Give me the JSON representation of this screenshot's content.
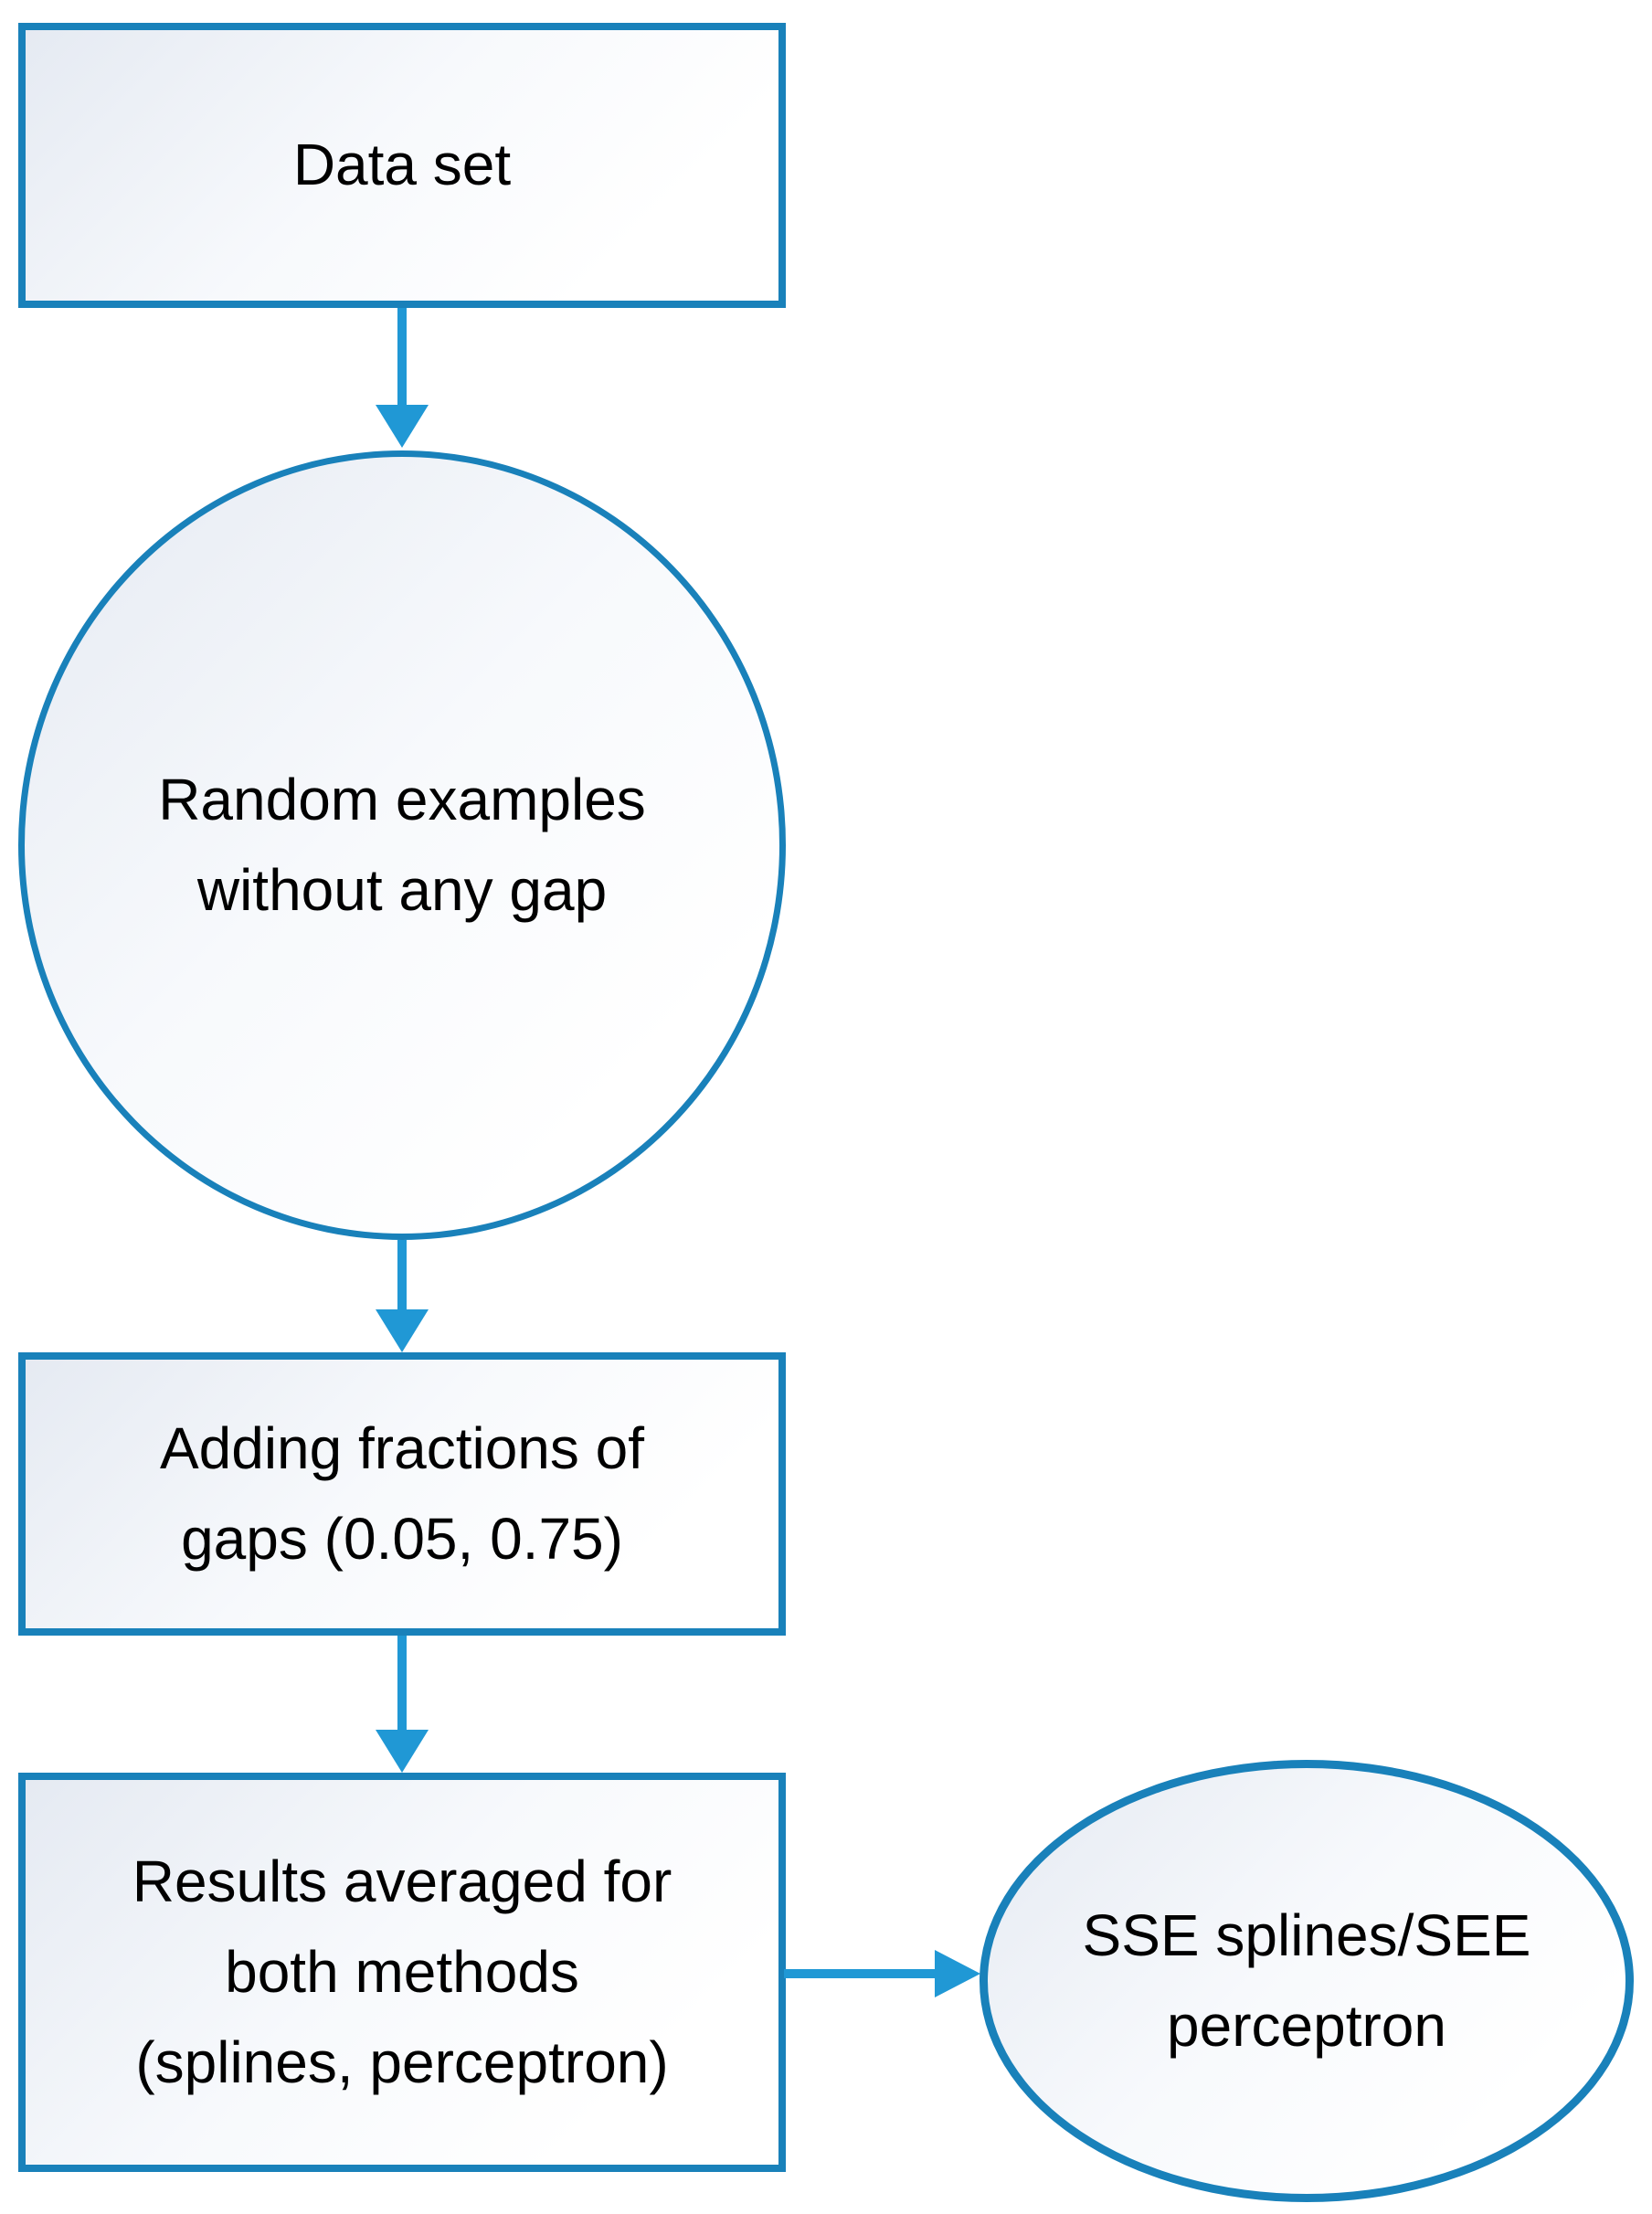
{
  "flowchart": {
    "nodes": {
      "dataset": {
        "shape": "rectangle",
        "lines": [
          "Data set"
        ]
      },
      "random_examples": {
        "shape": "circle",
        "lines": [
          "Random examples",
          "without any gap"
        ]
      },
      "adding_fractions": {
        "shape": "rectangle",
        "lines": [
          "Adding fractions of",
          "gaps (0.05, 0.75)"
        ]
      },
      "results_averaged": {
        "shape": "rectangle",
        "lines": [
          "Results averaged for",
          "both methods",
          "(splines, perceptron)"
        ]
      },
      "sse_ratio": {
        "shape": "ellipse",
        "lines": [
          "SSE splines/SEE",
          "perceptron"
        ]
      }
    },
    "connectors": [
      {
        "from": "dataset",
        "to": "random_examples",
        "direction": "down"
      },
      {
        "from": "random_examples",
        "to": "adding_fractions",
        "direction": "down"
      },
      {
        "from": "adding_fractions",
        "to": "results_averaged",
        "direction": "down"
      },
      {
        "from": "results_averaged",
        "to": "sse_ratio",
        "direction": "right"
      }
    ],
    "colors": {
      "shape_border": "#1981BA",
      "connector": "#2098D5",
      "fill_dark": "#E5EAF2",
      "fill_mid": "#F7F9FC",
      "fill_light": "#FFFFFF",
      "text": "#000000"
    }
  }
}
